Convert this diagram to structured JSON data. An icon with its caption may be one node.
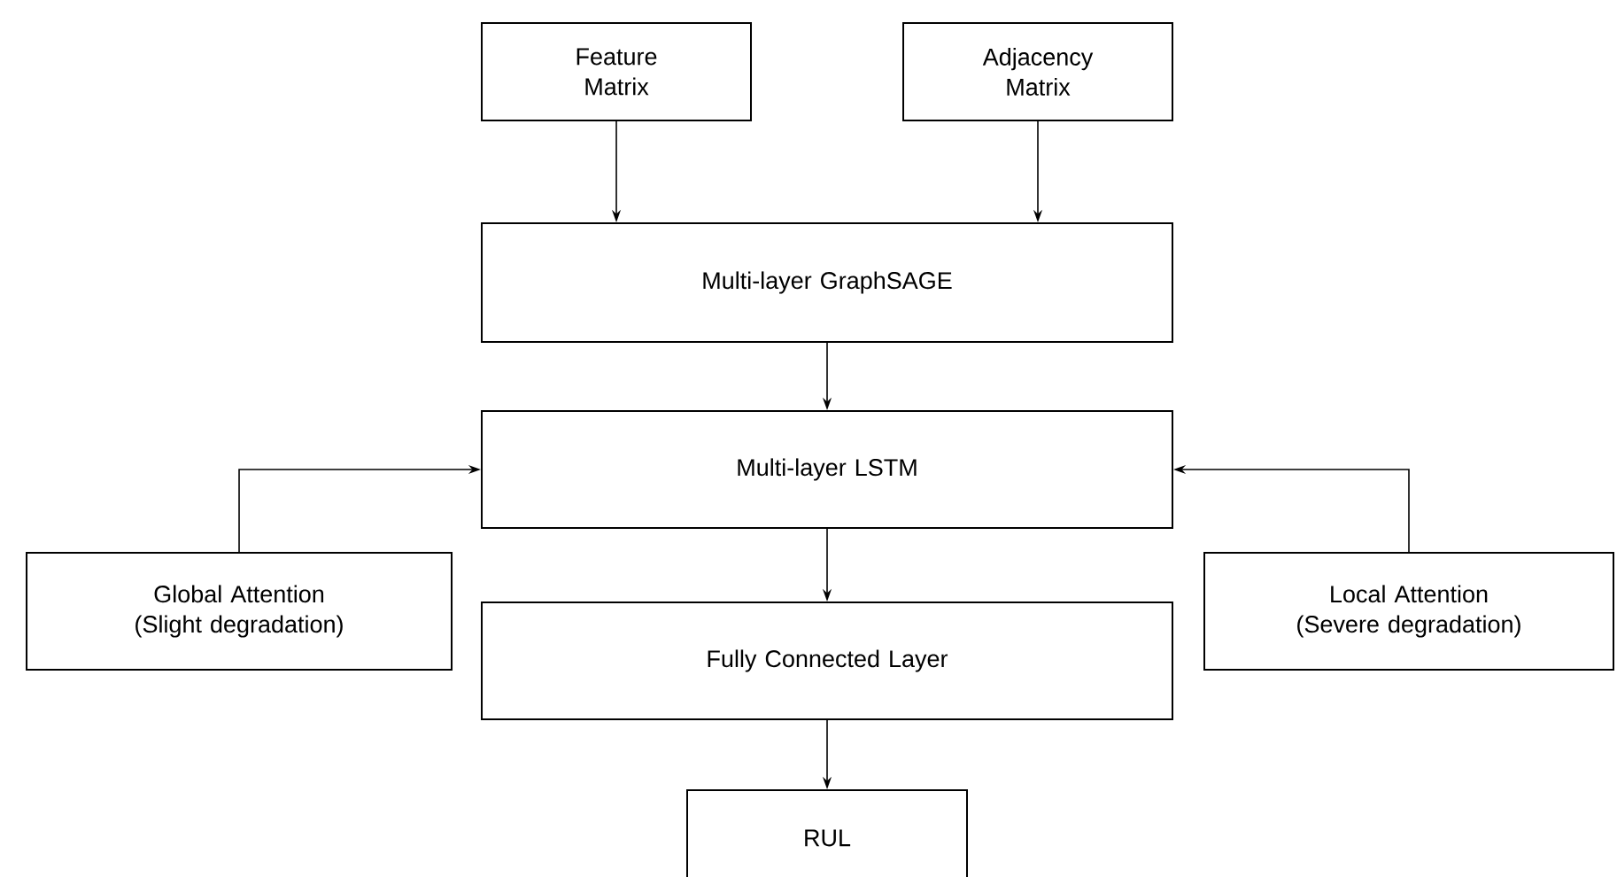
{
  "diagram": {
    "nodes": [
      {
        "text": [
          "Feature Matrix"
        ]
      },
      {
        "text": [
          "Adjacency Matrix"
        ]
      },
      {
        "text": [
          "Multi-layer GraphSAGE"
        ]
      },
      {
        "text": [
          "Multi-layer LSTM"
        ]
      },
      {
        "text": [
          "Global Attention (Slight degradation)"
        ]
      },
      {
        "text": [
          "Local Attention (Severe degradation)"
        ]
      },
      {
        "text": [
          "Fully Connected Layer"
        ]
      },
      {
        "text": [
          "RUL"
        ]
      }
    ],
    "edges": [
      {
        "from": 0,
        "to": 2,
        "arrow": "to"
      },
      {
        "from": 1,
        "to": 2,
        "arrow": "to"
      },
      {
        "from": 2,
        "to": 3,
        "arrow": "to"
      },
      {
        "from": 4,
        "to": 3,
        "arrow": "to"
      },
      {
        "from": 5,
        "to": 3,
        "arrow": "to"
      },
      {
        "from": 3,
        "to": 6,
        "arrow": "to"
      },
      {
        "from": 6,
        "to": 7,
        "arrow": "to"
      }
    ]
  }
}
